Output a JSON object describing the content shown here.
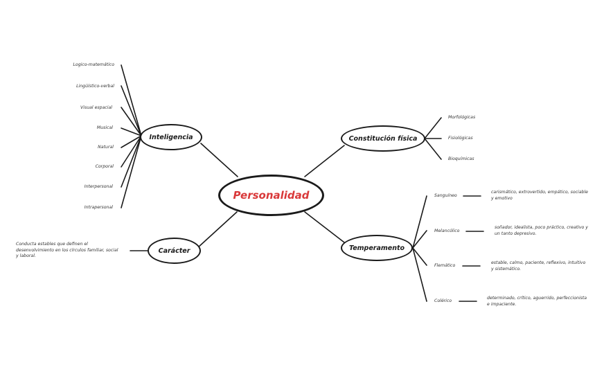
{
  "center": "Personalidad",
  "inteligencia": {
    "label": "Inteligencia",
    "items": [
      "Logico-matemático",
      "Lingüístico-verbal",
      "Visual espacial",
      "Musical",
      "Natural",
      "Corporal",
      "Interpersonal",
      "Intrapersonal"
    ]
  },
  "constitucion": {
    "label": "Constitución física",
    "items": [
      "Morfológicas",
      "Fisiológicas",
      "Bioquímicas"
    ]
  },
  "caracter": {
    "label": "Carácter",
    "description": "Conducta estables que definen el desenvolvimiento en los círculos familiar, social y laboral."
  },
  "temperamento": {
    "label": "Temperamento",
    "types": [
      {
        "name": "Sanguíneo",
        "description": "carismático, extrovertido, empático, sociable y emotivo"
      },
      {
        "name": "Melancólico",
        "description": "soñador, idealista, poco práctico, creativo y un tanto depresivo."
      },
      {
        "name": "Flemático",
        "description": "estable, calmo, paciente, reflexivo, intuitivo y sistemático."
      },
      {
        "name": "Colérico",
        "description": "determinado, crítico, aguerrido, perfeccionista e impaciente."
      }
    ]
  }
}
